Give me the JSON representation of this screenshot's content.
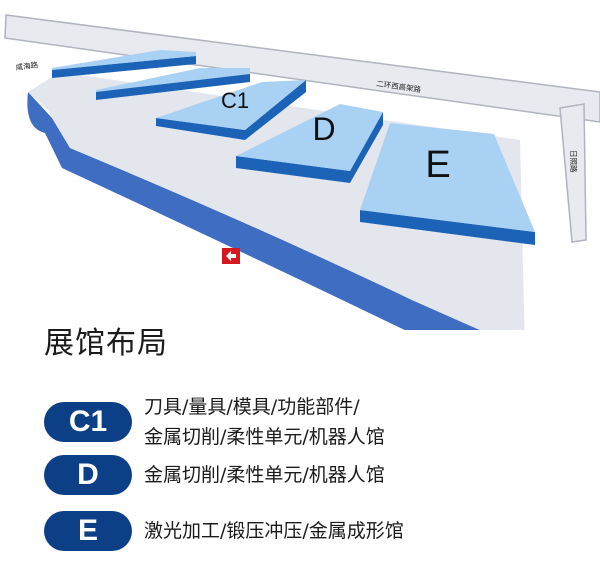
{
  "map": {
    "roads": {
      "west": "咸海路",
      "north": "二环西高架路",
      "east": "日照路"
    },
    "halls": [
      {
        "id": "c1",
        "label": "C1"
      },
      {
        "id": "d",
        "label": "D"
      },
      {
        "id": "e",
        "label": "E"
      }
    ],
    "colors": {
      "hall_top": "#a9d1f4",
      "hall_side": "#1c63b8",
      "base_top": "#e4e6ee",
      "base_side": "#3f6dc2",
      "road": "#e8eaef",
      "marker": "#d6181e"
    },
    "marker_icon": "entrance-arrow-icon"
  },
  "legend": {
    "title": "展馆布局",
    "items": [
      {
        "badge": "C1",
        "lines": [
          "刀具/量具/模具/功能部件/",
          "金属切削/柔性单元/机器人馆"
        ]
      },
      {
        "badge": "D",
        "lines": [
          "金属切削/柔性单元/机器人馆"
        ]
      },
      {
        "badge": "E",
        "lines": [
          "激光加工/锻压冲压/金属成形馆"
        ]
      }
    ],
    "badge_color": "#0c3f86"
  }
}
